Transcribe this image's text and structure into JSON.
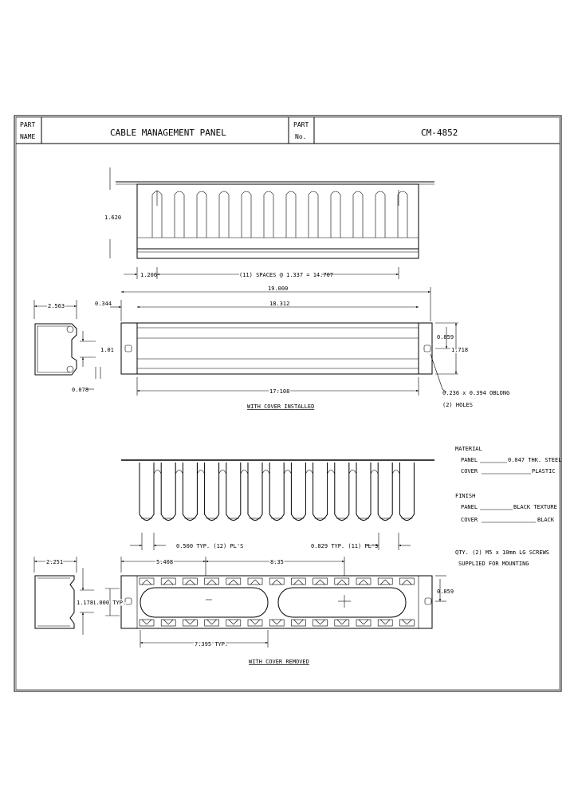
{
  "title_block": {
    "part_name_label_1": "PART",
    "part_name_label_2": "NAME",
    "part_name": "CABLE MANAGEMENT PANEL",
    "part_no_label_1": "PART",
    "part_no_label_2": "No.",
    "part_no": "CM-4852"
  },
  "top_view": {
    "height_dim": "1.620",
    "left_offset_dim": "1.206",
    "spaces_dim": "(11) SPACES @ 1.337 = 14.707"
  },
  "front_view_installed": {
    "overall_dim": "19.000",
    "inner_dim": "18.312",
    "edge_dim": "0.344",
    "depth_dim": "2.563",
    "slot_height_dim": "1.01",
    "lip_dim": "0.078",
    "hole_offset_dim": "0.859",
    "height_dim": "1.718",
    "span_dim": "17.108",
    "hole_callout_1": "0.236 x 0.394 OBLONG",
    "hole_callout_2": "(2) HOLES",
    "caption": "WITH COVER INSTALLED"
  },
  "notes": {
    "material_heading": "MATERIAL",
    "material_panel_label": "PANEL",
    "material_panel_value": "0.047 THK. STEEL",
    "material_cover_label": "COVER",
    "material_cover_value": "PLASTIC",
    "finish_heading": "FINISH",
    "finish_panel_label": "PANEL",
    "finish_panel_value": "BLACK TEXTURE",
    "finish_cover_label": "COVER",
    "finish_cover_value": "BLACK",
    "screws_line_1": "QTY. (2) M5 x 10mm LG SCREWS",
    "screws_line_2": "SUPPLIED FOR MOUNTING"
  },
  "lower_view": {
    "pitch_small": "0.500 TYP. (12) PL'S",
    "pitch_large": "0.829 TYP. (11) PL'S",
    "depth_dim": "2.251",
    "dim_5408": "5.408",
    "dim_835": "8.35",
    "height_1178": "1.178",
    "height_1000": "1.000 TYP.",
    "hole_offset_dim": "0.859",
    "cutout_dim": "7.395 TYP.",
    "caption": "WITH COVER REMOVED"
  }
}
